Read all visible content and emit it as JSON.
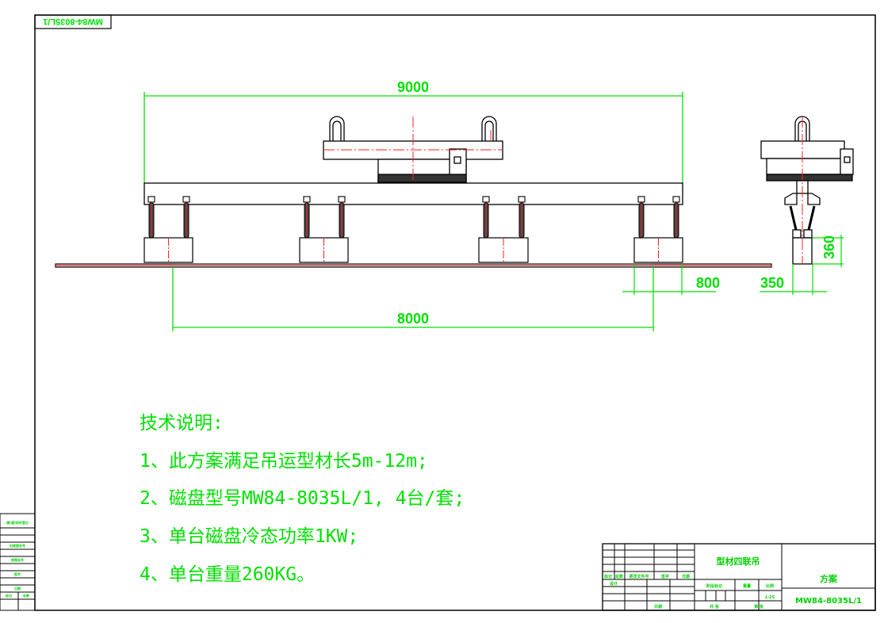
{
  "drawing": {
    "corner_label": "MW84-8035L/1",
    "colors": {
      "dimension": "#00e000",
      "centerline": "#ff2020",
      "outline": "#000000"
    },
    "dimensions": {
      "beam_length": "9000",
      "magnet_span": "8000",
      "magnet_length": "800",
      "magnet_width": "350",
      "magnet_height": "360"
    }
  },
  "notes": {
    "title": "技术说明:",
    "items": [
      "1、此方案满足吊运型材长5m-12m;",
      "2、磁盘型号MW84-8035L/1,  4台/套;",
      "3、单台磁盘冷态功率1KW;",
      "4、单台重量260KG。"
    ]
  },
  "title_block": {
    "drawing_name": "型材四联吊",
    "drawing_type": "方案",
    "drawing_number": "MW84-8035L/1",
    "scale": "1:25",
    "row_headers": [
      "标记",
      "处数",
      "更改文件号",
      "签字",
      "日期"
    ],
    "design": "设计",
    "date": "日期",
    "stage_label": "阶段标记",
    "weight_label": "重量",
    "scale_label": "比例",
    "sheet_total": "共 张",
    "sheet_no": "第 张"
  },
  "side_block": {
    "rows": [
      "借(通)用件登记",
      "旧底图总号",
      "底图总号",
      "签字",
      "日期",
      "标记",
      "处数"
    ]
  }
}
